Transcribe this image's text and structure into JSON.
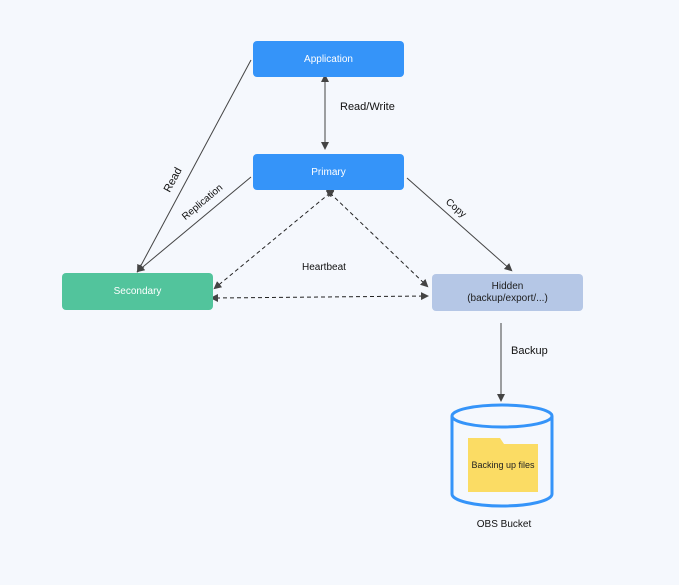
{
  "nodes": {
    "application": "Application",
    "primary": "Primary",
    "secondary": "Secondary",
    "hidden_line1": "Hidden",
    "hidden_line2": "(backup/export/...)"
  },
  "edges": {
    "read_write": "Read/Write",
    "read": "Read",
    "replication": "Replication",
    "copy": "Copy",
    "heartbeat": "Heartbeat",
    "backup": "Backup"
  },
  "storage": {
    "folder_label": "Backing up files",
    "bucket_label": "OBS Bucket"
  },
  "colors": {
    "node_blue": "#3594f9",
    "node_green": "#52c49c",
    "node_hidden": "#b5c7e6",
    "bucket_stroke": "#3594f9",
    "folder_fill": "#fbdc64",
    "background": "#f5f8fd",
    "line": "#444444"
  },
  "icons": {
    "bucket": "cylinder-bucket-icon",
    "folder": "folder-icon"
  }
}
